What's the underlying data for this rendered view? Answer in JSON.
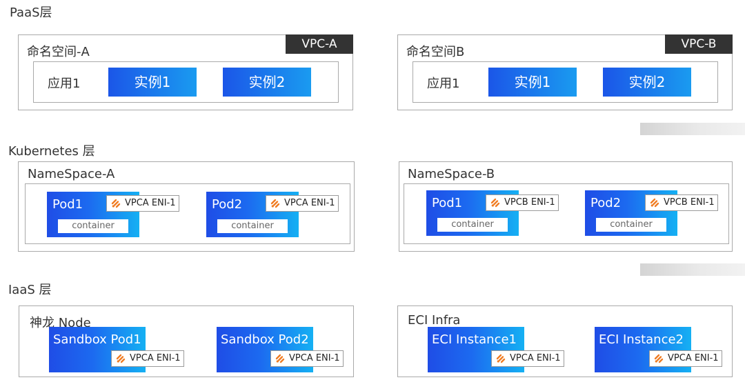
{
  "layers": {
    "paas": "PaaS层",
    "k8s": "Kubernetes 层",
    "iaas": "IaaS 层"
  },
  "paas": {
    "left": {
      "namespace": "命名空间-A",
      "vpc": "VPC-A",
      "app": "应用1",
      "instance1": "实例1",
      "instance2": "实例2"
    },
    "right": {
      "namespace": "命名空间B",
      "vpc": "VPC-B",
      "app": "应用1",
      "instance1": "实例1",
      "instance2": "实例2"
    }
  },
  "k8s": {
    "left": {
      "namespace": "NameSpace-A",
      "pod1": {
        "name": "Pod1",
        "eni": "VPCA ENI-1",
        "container": "container"
      },
      "pod2": {
        "name": "Pod2",
        "eni": "VPCA ENI-1",
        "container": "container"
      }
    },
    "right": {
      "namespace": "NameSpace-B",
      "pod1": {
        "name": "Pod1",
        "eni": "VPCB ENI-1",
        "container": "container"
      },
      "pod2": {
        "name": "Pod2",
        "eni": "VPCB ENI-1",
        "container": "container"
      }
    }
  },
  "iaas": {
    "left": {
      "title": "神龙 Node",
      "box1": {
        "name": "Sandbox Pod1",
        "eni": "VPCA ENI-1"
      },
      "box2": {
        "name": "Sandbox Pod2",
        "eni": "VPCA ENI-1"
      }
    },
    "right": {
      "title": "ECI Infra",
      "box1": {
        "name": "ECI Instance1",
        "eni": "VPCA ENI-1"
      },
      "box2": {
        "name": "ECI Instance2",
        "eni": "VPCA ENI-1"
      }
    }
  },
  "icons": {
    "eni": "eni-network-icon"
  },
  "colors": {
    "blue_start": "#1f4de6",
    "blue_end": "#15b0f3",
    "icon": "#f07c22",
    "vpc_tag": "#333333"
  }
}
